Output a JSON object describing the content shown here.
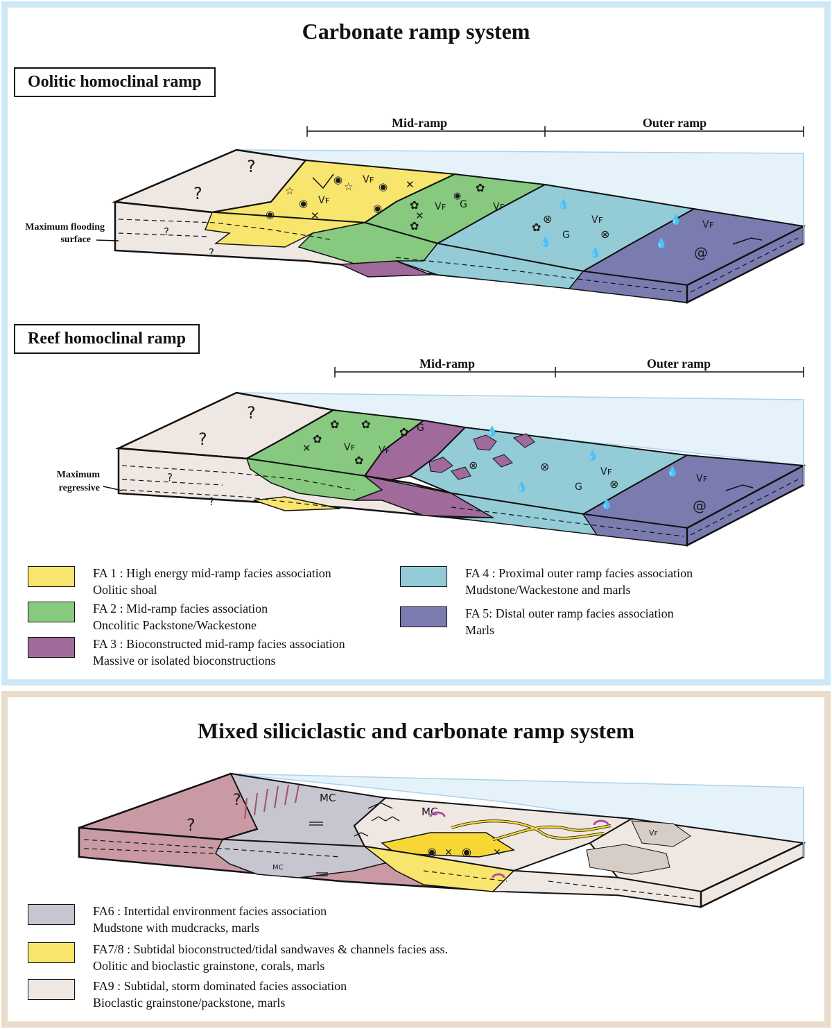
{
  "carbonate": {
    "title": "Carbonate ramp system",
    "oolitic": {
      "title": "Oolitic homoclinal ramp",
      "scale": {
        "mid": "Mid-ramp",
        "outer": "Outer ramp"
      },
      "side_label_1": "Maximum flooding",
      "side_label_2": "surface"
    },
    "reef": {
      "title": "Reef homoclinal ramp",
      "scale": {
        "mid": "Mid-ramp",
        "outer": "Outer ramp"
      },
      "side_label_1": "Maximum",
      "side_label_2": "regressive"
    },
    "legend": [
      {
        "line1": "FA 1 : High energy mid-ramp facies association",
        "line2": "Oolitic shoal",
        "color": "#f7e56e"
      },
      {
        "line1": "FA 2 : Mid-ramp facies association",
        "line2": "Oncolitic Packstone/Wackestone",
        "color": "#86c97f"
      },
      {
        "line1": "FA 3 : Bioconstructed mid-ramp facies association",
        "line2": "Massive or isolated bioconstructions",
        "color": "#a06a9a"
      },
      {
        "line1": "FA 4 : Proximal outer ramp facies association",
        "line2": "Mudstone/Wackestone and marls",
        "color": "#93ccd6"
      },
      {
        "line1": "FA 5: Distal outer ramp facies association",
        "line2": "Marls",
        "color": "#7a7cb0"
      }
    ]
  },
  "mixed": {
    "title": "Mixed siliciclastic and carbonate ramp system",
    "labels": {
      "mc": "MC",
      "q": "?"
    },
    "legend": [
      {
        "line1": "FA6 : Intertidal environment facies association",
        "line2": "Mudstone with mudcracks, marls",
        "color": "#c6c5d0"
      },
      {
        "line1": "FA7/8 : Subtidal bioconstructed/tidal sandwaves & channels facies ass.",
        "line2": "Oolitic and bioclastic grainstone, corals, marls",
        "color": "#f7e56e"
      },
      {
        "line1": "FA9 : Subtidal, storm dominated facies association",
        "line2": "Bioclastic grainstone/packstone, marls",
        "color": "#eee7e2"
      }
    ]
  },
  "symbols": {
    "unknown": "?",
    "vf": "Vꜰ",
    "g": "G",
    "x": "✕",
    "star": "☆",
    "ooid": "◉",
    "oncoid": "✿",
    "drop": "💧",
    "cross_circle": "⊗",
    "spiral": "@"
  }
}
